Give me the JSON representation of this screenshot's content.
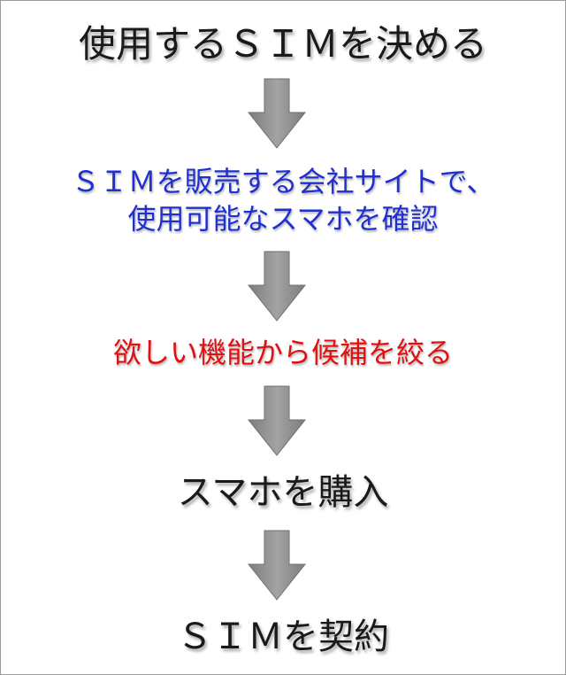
{
  "steps": [
    {
      "lines": [
        "使用するＳＩＭを決める"
      ],
      "color": "#1a1a1a"
    },
    {
      "lines": [
        "ＳＩＭを販売する会社サイトで、",
        "使用可能なスマホを確認"
      ],
      "color": "#1f2fd0"
    },
    {
      "lines": [
        "欲しい機能から候補を絞る"
      ],
      "color": "#e11010"
    },
    {
      "lines": [
        "スマホを購入"
      ],
      "color": "#1a1a1a"
    },
    {
      "lines": [
        "ＳＩＭを契約"
      ],
      "color": "#1a1a1a"
    }
  ],
  "arrow_color": "#8a8a8a"
}
